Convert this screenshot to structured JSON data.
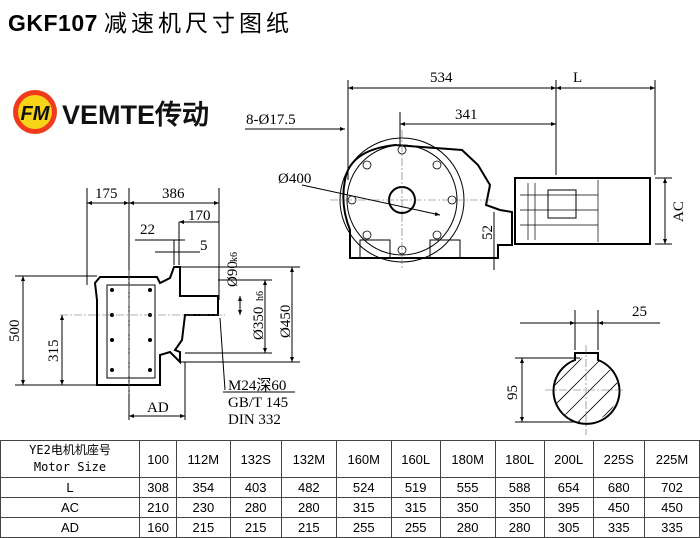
{
  "title": {
    "model": "GKF107",
    "text": "减速机尺寸图纸"
  },
  "brand": {
    "logo_letters": "FM",
    "name": "VEMTE传动",
    "logo_color": "#f03a1e",
    "logo_fill": "#f7d417"
  },
  "top_view": {
    "dim_534": "534",
    "dim_L": "L",
    "dim_341": "341",
    "bolt_holes": "8-Ø17.5",
    "dim_400": "Ø400",
    "dim_52": "52",
    "dim_AC": "AC"
  },
  "side_view": {
    "dim_175": "175",
    "dim_386": "386",
    "dim_170": "170",
    "dim_22": "22",
    "dim_5": "5",
    "dim_90": "Ø90",
    "dim_90_tol": "k6",
    "dim_350": "Ø350",
    "dim_350_tol": "h6",
    "dim_450": "Ø450",
    "dim_500": "500",
    "dim_315": "315",
    "dim_AD": "AD",
    "thread_note": [
      "M24深60",
      "GB/T 145",
      "DIN 332"
    ]
  },
  "shaft_section": {
    "dim_25": "25",
    "dim_95": "95"
  },
  "table": {
    "header_cn": "YE2电机机座号",
    "header_en": "Motor Size",
    "sizes": [
      "100",
      "112M",
      "132S",
      "132M",
      "160M",
      "160L",
      "180M",
      "180L",
      "200L",
      "225S",
      "225M"
    ],
    "rows": [
      {
        "label": "L",
        "values": [
          "308",
          "354",
          "403",
          "482",
          "524",
          "519",
          "555",
          "588",
          "654",
          "680",
          "702"
        ]
      },
      {
        "label": "AC",
        "values": [
          "210",
          "230",
          "280",
          "280",
          "315",
          "315",
          "350",
          "350",
          "395",
          "450",
          "450"
        ]
      },
      {
        "label": "AD",
        "values": [
          "160",
          "215",
          "215",
          "215",
          "255",
          "255",
          "280",
          "280",
          "305",
          "335",
          "335"
        ]
      }
    ]
  }
}
